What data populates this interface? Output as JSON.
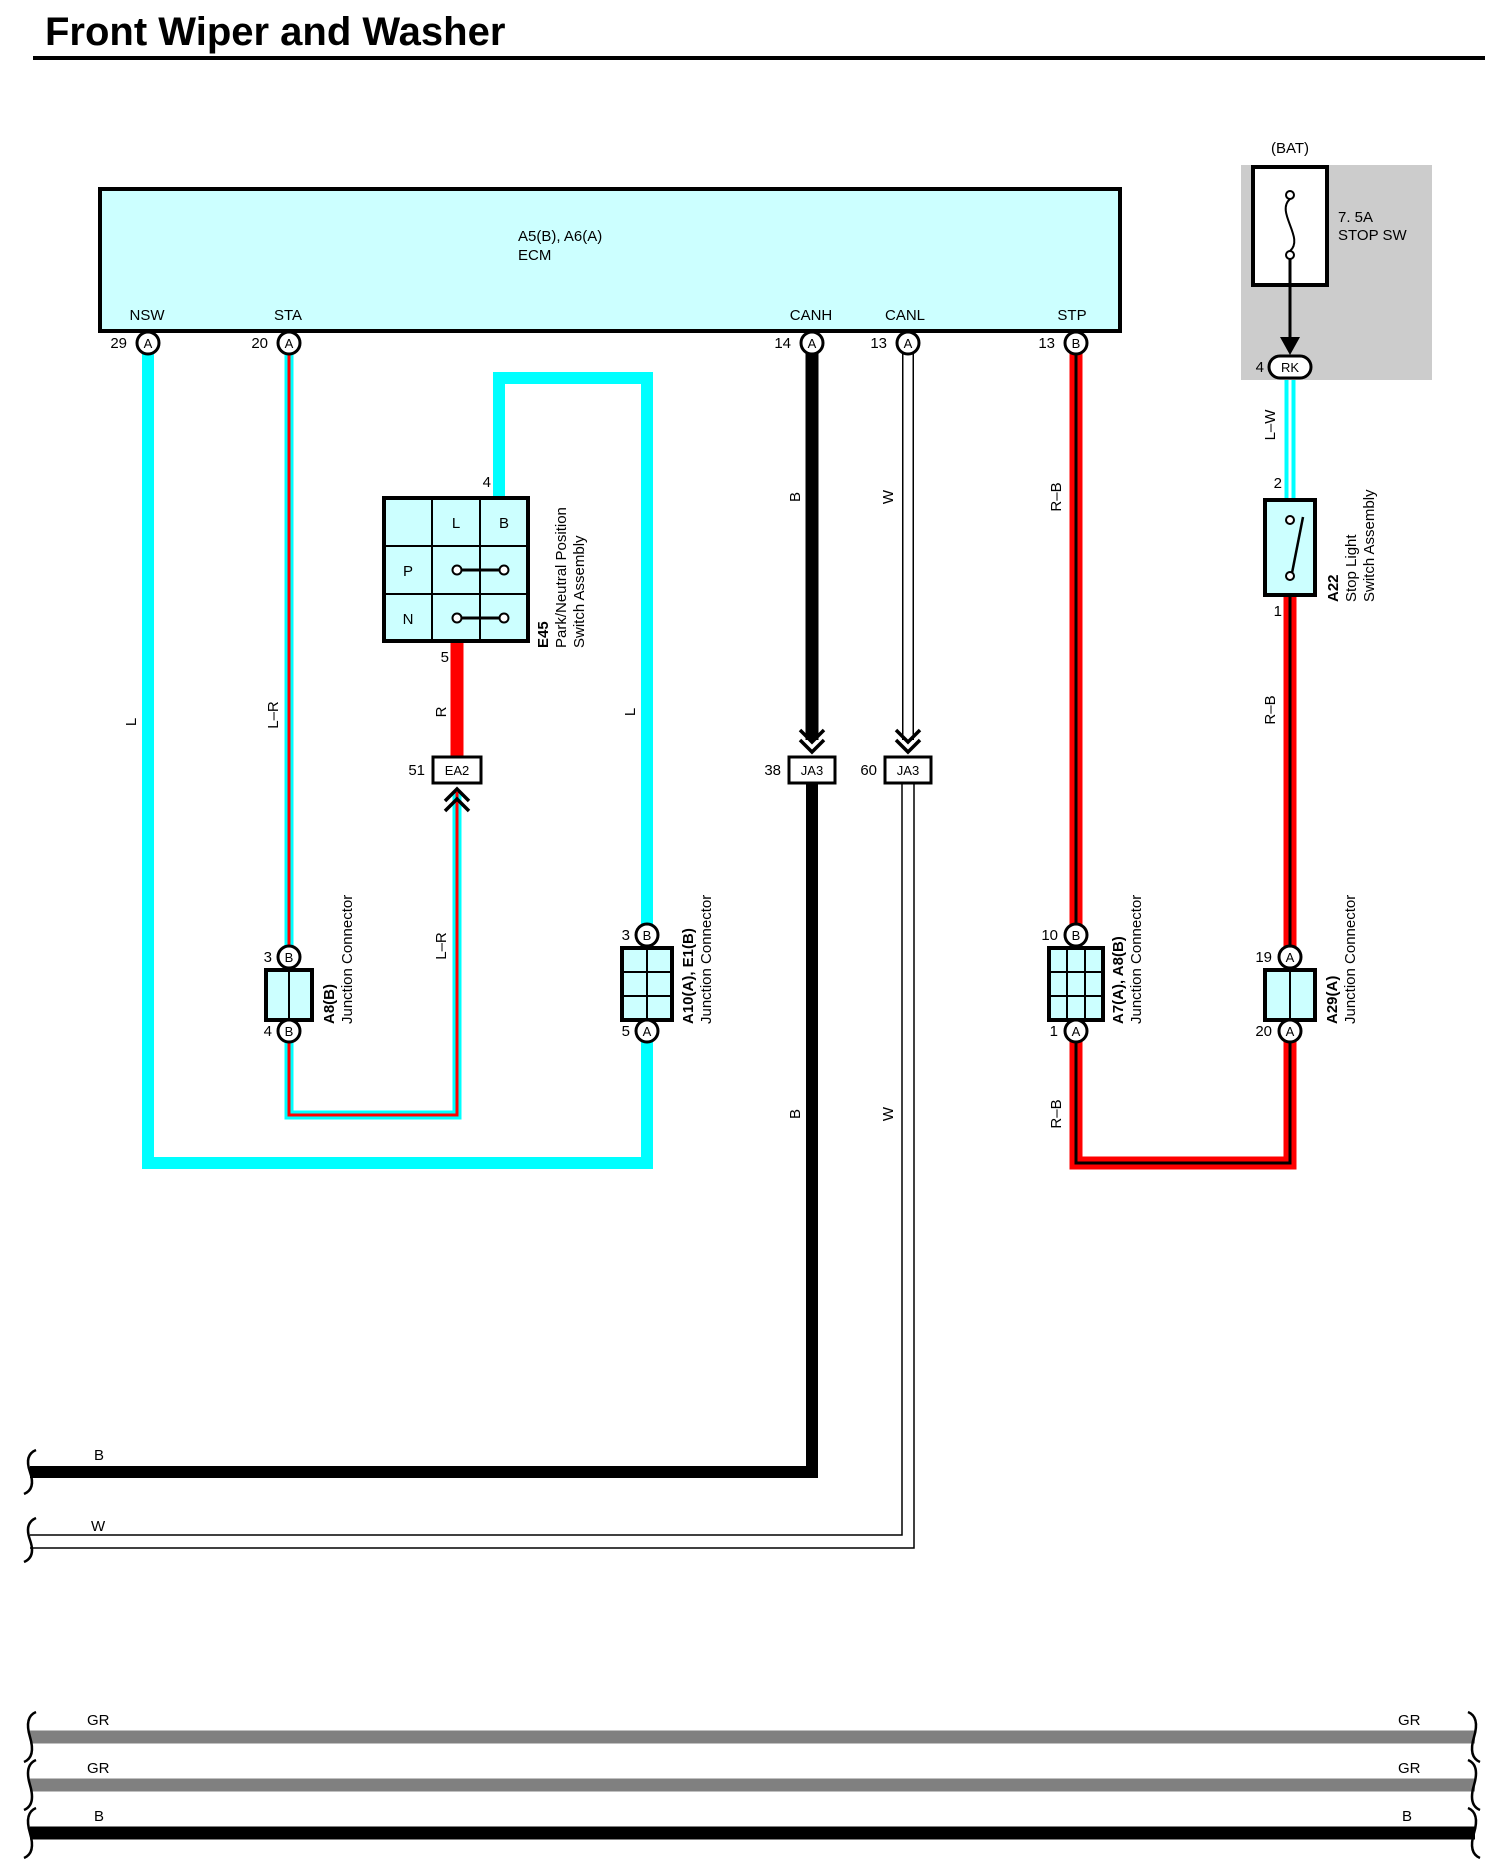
{
  "title": "Front Wiper and Washer",
  "colors": {
    "L": "#00ffff",
    "R": "#ff0000",
    "B": "#000000",
    "W": "#ffffff",
    "GR": "#808080",
    "component_fill": "#ccffff",
    "fuse_bg": "#cccccc"
  },
  "ecm": {
    "codes": "A5(B), A6(A)",
    "name": "ECM",
    "terminals": [
      {
        "id": "nsw",
        "name": "NSW",
        "pin": "29",
        "conn": "A"
      },
      {
        "id": "sta",
        "name": "STA",
        "pin": "20",
        "conn": "A"
      },
      {
        "id": "canh",
        "name": "CANH",
        "pin": "14",
        "conn": "A"
      },
      {
        "id": "canl",
        "name": "CANL",
        "pin": "13",
        "conn": "A"
      },
      {
        "id": "stp",
        "name": "STP",
        "pin": "13",
        "conn": "B"
      }
    ]
  },
  "fuse": {
    "source": "(BAT)",
    "rating": "7. 5A",
    "name": "STOP SW",
    "pin": "4",
    "conn": "RK"
  },
  "pnp_switch": {
    "code": "E45",
    "name_line1": "Park/Neutral Position",
    "name_line2": "Switch  Assembly",
    "col_l": "L",
    "col_b": "B",
    "row_p": "P",
    "row_n": "N",
    "pin_top": "4",
    "pin_bottom": "5"
  },
  "stop_switch": {
    "code": "A22",
    "name_line1": "Stop Light",
    "name_line2": "Switch Assembly",
    "pin_top": "2",
    "pin_bottom": "1"
  },
  "junction_connectors": [
    {
      "id": "a8",
      "code": "A8(B)",
      "name": "Junction Connector",
      "pin_top": "3",
      "conn_top": "B",
      "pin_bottom": "4",
      "conn_bottom": "B"
    },
    {
      "id": "a10",
      "code": "A10(A), E1(B)",
      "name": "Junction Connector",
      "pin_top": "3",
      "conn_top": "B",
      "pin_bottom": "5",
      "conn_bottom": "A"
    },
    {
      "id": "a7",
      "code": "A7(A), A8(B)",
      "name": "Junction Connector",
      "pin_top": "10",
      "conn_top": "B",
      "pin_bottom": "1",
      "conn_bottom": "A"
    },
    {
      "id": "a29",
      "code": "A29(A)",
      "name": "Junction Connector",
      "pin_top": "19",
      "conn_top": "A",
      "pin_bottom": "20",
      "conn_bottom": "A"
    }
  ],
  "inline_connectors": [
    {
      "id": "ea2",
      "code": "EA2",
      "pin": "51"
    },
    {
      "id": "ja3a",
      "code": "JA3",
      "pin": "38"
    },
    {
      "id": "ja3b",
      "code": "JA3",
      "pin": "60"
    }
  ],
  "wire_labels": {
    "nsw": "L",
    "sta": "L–R",
    "pnp_out": "R",
    "ea2_out": "L–R",
    "pnp_in": "L",
    "canh_upper": "B",
    "canh_lower": "B",
    "canl_upper": "W",
    "canl_lower": "W",
    "stp_upper": "R–B",
    "stp_lower": "R–B",
    "fuse_out": "L–W",
    "stop_out": "R–B"
  },
  "bus_lines": [
    {
      "id": "bus-b",
      "left": "B"
    },
    {
      "id": "bus-w",
      "left": "W"
    },
    {
      "id": "bus-gr1",
      "left": "GR",
      "right": "GR"
    },
    {
      "id": "bus-gr2",
      "left": "GR",
      "right": "GR"
    },
    {
      "id": "bus-b2",
      "left": "B",
      "right": "B"
    }
  ]
}
